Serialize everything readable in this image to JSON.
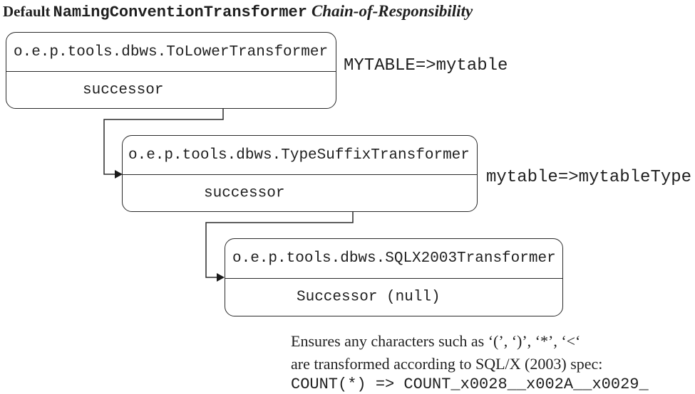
{
  "title": {
    "prefix": "Default",
    "transformer_class": "NamingConventionTransformer",
    "pattern": "Chain-of-Responsibility"
  },
  "nodes": [
    {
      "class_name": "o.e.p.tools.dbws.ToLowerTransformer",
      "successor_label": "successor",
      "example": "MYTABLE=>mytable"
    },
    {
      "class_name": "o.e.p.tools.dbws.TypeSuffixTransformer",
      "successor_label": "successor",
      "example": "mytable=>mytableType"
    },
    {
      "class_name": "o.e.p.tools.dbws.SQLX2003Transformer",
      "successor_label": "Successor (null)",
      "example": ""
    }
  ],
  "note": {
    "line1": "Ensures any characters such as ‘(’, ‘)’, ‘*’, ‘<‘",
    "line2": "are transformed according to SQL/X (2003) spec:",
    "line3": "COUNT(*) => COUNT_x0028__x002A__x0029_"
  },
  "colors": {
    "line": "#2a2a2a",
    "text": "#1f1f1f",
    "background": "#ffffff"
  }
}
